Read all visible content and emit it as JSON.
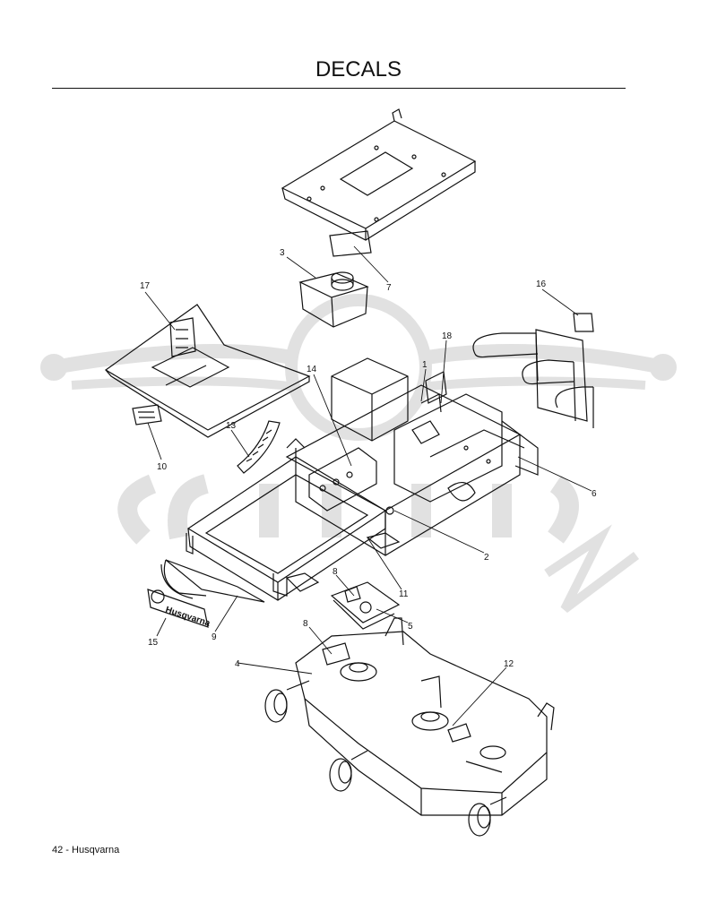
{
  "page": {
    "title": "DECALS",
    "footer": "42 - Husqvarna"
  },
  "diagram": {
    "callouts": [
      "1",
      "2",
      "3",
      "4",
      "5",
      "6",
      "7",
      "8",
      "8",
      "9",
      "10",
      "11",
      "12",
      "13",
      "14",
      "15",
      "16",
      "17",
      "18"
    ],
    "decal_brand_text": "Husqvarna"
  },
  "colors": {
    "ink": "#111111",
    "watermark": "#d9d9d9"
  }
}
